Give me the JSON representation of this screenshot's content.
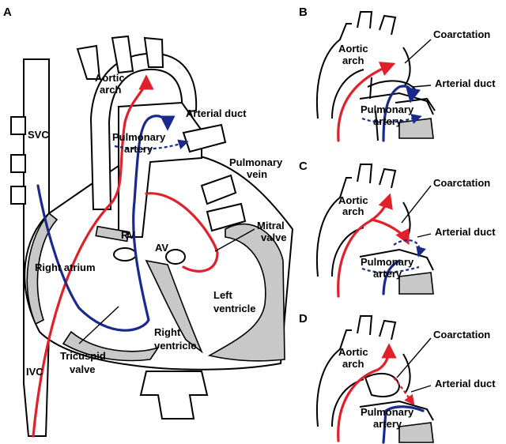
{
  "panels": {
    "a": "A",
    "b": "B",
    "c": "C",
    "d": "D"
  },
  "labels_a": {
    "svc": "SVC",
    "ivc": "IVC",
    "aortic_arch_1": "Aortic",
    "aortic_arch_2": "arch",
    "arterial_duct": "Arterial duct",
    "pulmonary_1": "Pulmonary",
    "pulmonary_2": "artery",
    "pulm_vein_1": "Pulmonary",
    "pulm_vein_2": "vein",
    "rv": "RV",
    "av": "AV",
    "mitral_1": "Mitral",
    "mitral_2": "valve",
    "right_atrium": "Right atrium",
    "left_ventricle_1": "Left",
    "left_ventricle_2": "ventricle",
    "right_ventricle_1": "Right",
    "right_ventricle_2": "ventricle",
    "tricuspid_1": "Tricuspid",
    "tricuspid_2": "valve"
  },
  "labels_small": {
    "aortic_1": "Aortic",
    "aortic_2": "arch",
    "coarctation": "Coarctation",
    "arterial_duct": "Arterial duct",
    "pulmonary_1": "Pulmonary",
    "pulmonary_2": "artery"
  },
  "colors": {
    "oxygenated": "#e0202a",
    "deoxygenated": "#1a2a8c",
    "tissue": "#c8c8c8"
  }
}
